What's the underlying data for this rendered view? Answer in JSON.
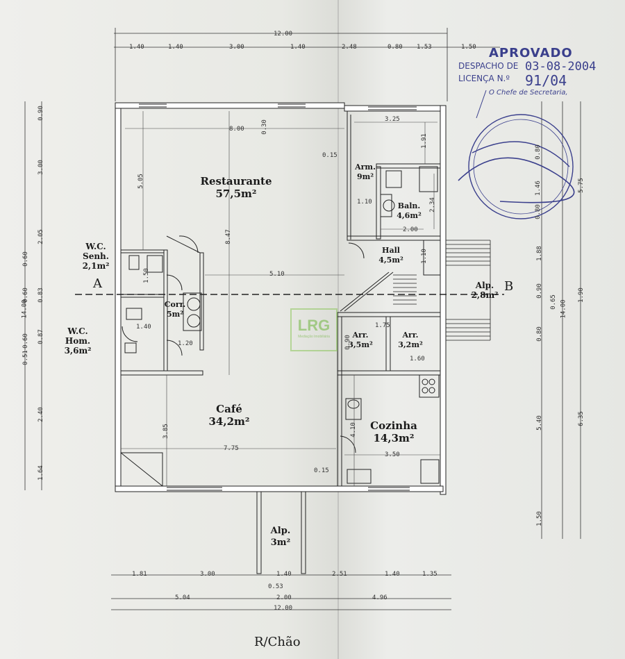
{
  "approval": {
    "title": "APROVADO",
    "despacho_label": "DESPACHO DE",
    "despacho_date": "03-08-2004",
    "licenca_label": "LICENÇA N.º",
    "licenca_number": "91/04",
    "signatory": "O Chefe de Secretaria,"
  },
  "logo": {
    "text": "LRG",
    "subtitle": "Mediação Imobiliária"
  },
  "floor_label": "R/Chão",
  "section_marks": {
    "left": "A",
    "right": "B"
  },
  "rooms": {
    "restaurante": {
      "name": "Restaurante",
      "area": "57,5m²"
    },
    "cafe": {
      "name": "Café",
      "area": "34,2m²"
    },
    "cozinha": {
      "name": "Cozinha",
      "area": "14,3m²"
    },
    "arm": {
      "name": "Arm.",
      "area": "9m²"
    },
    "balc": {
      "name": "Baln.",
      "area": "4,6m²"
    },
    "hall": {
      "name": "Hall",
      "area": "4,5m²"
    },
    "arr1": {
      "name": "Arr.",
      "area": "3,5m²"
    },
    "arr2": {
      "name": "Arr.",
      "area": "3,2m²"
    },
    "wc_senh": {
      "name1": "W.C.",
      "name2": "Senh.",
      "area": "2,1m²"
    },
    "wc_hom": {
      "name1": "W.C.",
      "name2": "Hom.",
      "area": "3,6m²"
    },
    "corr": {
      "name": "Corr.",
      "area": "5m²"
    },
    "alp_right": {
      "name": "Alp.",
      "area": "2,8m²"
    },
    "alp_bottom": {
      "name": "Alp.",
      "area": "3m²"
    }
  },
  "dimensions": {
    "top_total": "12.00",
    "top": [
      "1.40",
      "1.40",
      "3.00",
      "1.40",
      "2.48",
      "0.80",
      "1.53",
      "1.50"
    ],
    "bottom_row1": [
      "1.81",
      "3.00",
      "1.40",
      "2.51",
      "1.40",
      "1.35"
    ],
    "bottom_053": "0.53",
    "bottom_row2": [
      "5.04",
      "2.00",
      "4.96"
    ],
    "bottom_total": "12.00",
    "left": [
      "0.90",
      "3.00",
      "2.05",
      "0.60",
      "0.60",
      "0.83",
      "0.87",
      "0.60",
      "0.51",
      "2.40",
      "1.64"
    ],
    "left_total": "14.00",
    "right_inner": [
      "1.88",
      "0.90",
      "0.80",
      "5.40",
      "1.50"
    ],
    "right_inner2": [
      "0.65"
    ],
    "right_total": "14.00",
    "right_outer": [
      "5.75",
      "1.90",
      "6.35"
    ],
    "interior": [
      "8.00",
      "0.30",
      "5.05",
      "8.47",
      "5.10",
      "1.50",
      "1.40",
      "1.20",
      "3.85",
      "7.75",
      "3.25",
      "1.91",
      "0.15",
      "1.10",
      "2.34",
      "2.00",
      "1.10",
      "1.75",
      "0.90",
      "1.60",
      "4.10",
      "3.50",
      "0.15",
      "0.80",
      "1.46",
      "0.80"
    ]
  }
}
